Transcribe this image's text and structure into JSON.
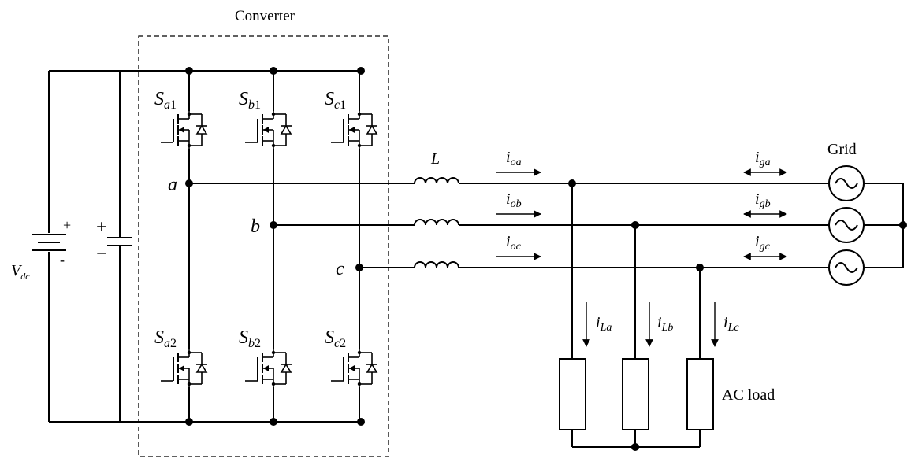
{
  "title": "Converter",
  "grid_label": "Grid",
  "load_label": "AC load",
  "dc_source": {
    "main": "V",
    "sub": "dc",
    "plus": "+",
    "minus": "-"
  },
  "capacitor": {
    "plus": "+",
    "minus": "−"
  },
  "inductor_label": "L",
  "nodes": {
    "a": "a",
    "b": "b",
    "c": "c"
  },
  "switches": [
    {
      "main": "S",
      "sub": "a",
      "num": "1"
    },
    {
      "main": "S",
      "sub": "b",
      "num": "1"
    },
    {
      "main": "S",
      "sub": "c",
      "num": "1"
    },
    {
      "main": "S",
      "sub": "a",
      "num": "2"
    },
    {
      "main": "S",
      "sub": "b",
      "num": "2"
    },
    {
      "main": "S",
      "sub": "c",
      "num": "2"
    }
  ],
  "output_currents": [
    {
      "main": "i",
      "sub": "oa"
    },
    {
      "main": "i",
      "sub": "ob"
    },
    {
      "main": "i",
      "sub": "oc"
    }
  ],
  "grid_currents": [
    {
      "main": "i",
      "sub": "ga"
    },
    {
      "main": "i",
      "sub": "gb"
    },
    {
      "main": "i",
      "sub": "gc"
    }
  ],
  "load_currents": [
    {
      "main": "i",
      "sub": "La"
    },
    {
      "main": "i",
      "sub": "Lb"
    },
    {
      "main": "i",
      "sub": "Lc"
    }
  ]
}
